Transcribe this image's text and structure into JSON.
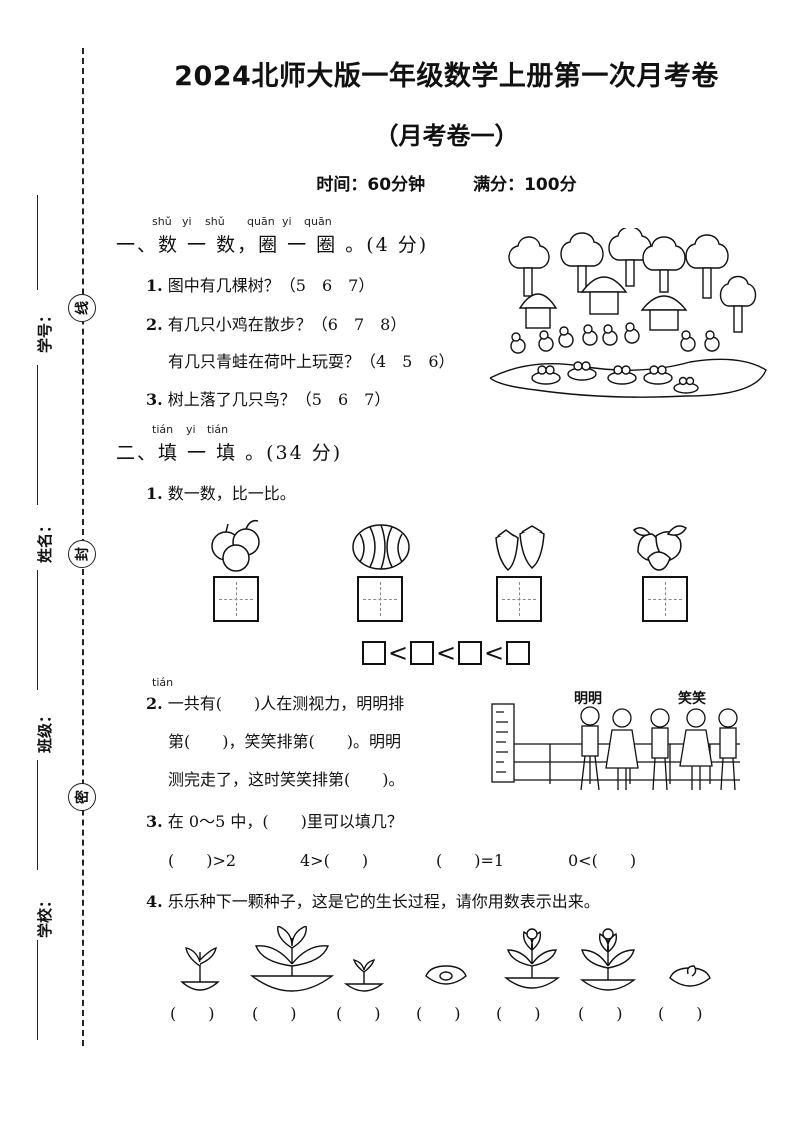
{
  "header": {
    "title": "2024北师大版一年级数学上册第一次月考卷",
    "subtitle": "（月考卷一）",
    "time": "时间：60分钟",
    "score": "满分：100分"
  },
  "binding": {
    "fields": [
      "学号：",
      "姓名：",
      "班级：",
      "学校："
    ],
    "seals": [
      "线",
      "封",
      "密"
    ]
  },
  "section1": {
    "pinyin": [
      "shǔ",
      "yi",
      "shǔ",
      "quān",
      "yi",
      "quān"
    ],
    "heading": "一、数 一 数，圈 一 圈 。(4 分)",
    "q1_num": "1.",
    "q1_text": "图中有几棵树？（5　6　7）",
    "q2_num": "2.",
    "q2_text": "有几只小鸡在散步？（6　7　8）",
    "q2b_text": "有几只青蛙在荷叶上玩耍？（4　5　6）",
    "q3_num": "3.",
    "q3_text": "树上落了几只鸟？（5　6　7）"
  },
  "section2": {
    "pinyin": [
      "tián",
      "yi",
      "tián"
    ],
    "heading": "二、填 一 填 。(34 分)",
    "q1_num": "1.",
    "q1_text": "数一数，比一比。",
    "fruits": [
      "apple-icon",
      "watermelon-icon",
      "strawberry-icon",
      "peach-icon"
    ],
    "compare_symbol": "<",
    "q2_pinyin": "tián",
    "q2_num": "2.",
    "q2_line1": "一共有(　　)人在测视力，明明排",
    "q2_line2": "第(　　)，笑笑排第(　　)。明明",
    "q2_line3": "测完走了，这时笑笑排第(　　)。",
    "name_mingming": "明明",
    "name_xiaoxiao": "笑笑",
    "q3_num": "3.",
    "q3_text": "在 0～5 中，(　　)里可以填几？",
    "q3_blanks": [
      "(　　)>2",
      "4>(　　)",
      "(　　)=1",
      "0<(　　)"
    ],
    "q4_num": "4.",
    "q4_text": "乐乐种下一颗种子，这是它的生长过程，请你用数表示出来。",
    "q4_blank": "(　　)"
  }
}
